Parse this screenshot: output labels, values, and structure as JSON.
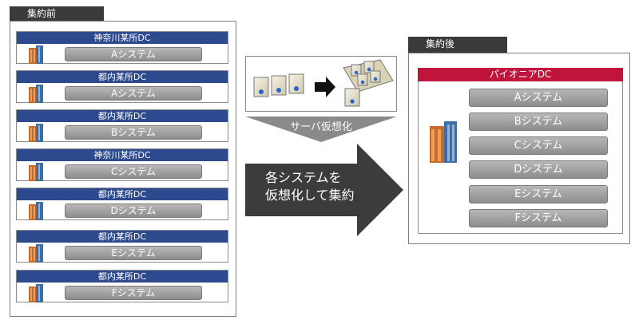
{
  "before": {
    "label": "集約前",
    "datacenters": [
      {
        "name": "神奈川某所DC",
        "system": "Aシステム"
      },
      {
        "name": "都内某所DC",
        "system": "Aシステム"
      },
      {
        "name": "都内某所DC",
        "system": "Bシステム"
      },
      {
        "name": "神奈川某所DC",
        "system": "Cシステム"
      },
      {
        "name": "都内某所DC",
        "system": "Dシステム"
      },
      {
        "name": "都内某所DC",
        "system": "Eシステム"
      },
      {
        "name": "都内某所DC",
        "system": "Fシステム"
      }
    ]
  },
  "middle": {
    "virtualization_label": "サーバ仮想化",
    "arrow_text_line1": "各システムを",
    "arrow_text_line2": "仮想化して集約"
  },
  "after": {
    "label": "集約後",
    "dc_name": "パイオニアDC",
    "systems": [
      "Aシステム",
      "Bシステム",
      "Cシステム",
      "Dシステム",
      "Eシステム",
      "Fシステム"
    ]
  },
  "colors": {
    "dc_header_blue": "#2e4a8f",
    "dc_header_red": "#c0143c",
    "tab_dark": "#3a3a3a",
    "arrow_dark": "#3c3c3c"
  }
}
